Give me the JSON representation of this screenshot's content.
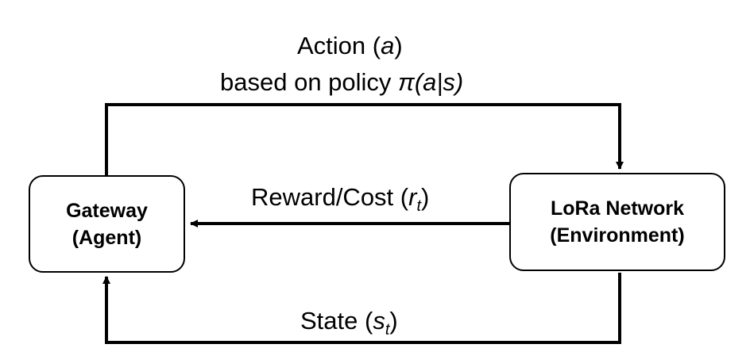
{
  "nodes": {
    "agent": {
      "line1": "Gateway",
      "line2": "(Agent)"
    },
    "environment": {
      "line1": "LoRa Network",
      "line2": "(Environment)"
    }
  },
  "edges": {
    "action": {
      "word": "Action",
      "symbol": "a",
      "line2_prefix": "based on policy ",
      "policy": "π(a|s)"
    },
    "reward": {
      "prefix": "Reward/Cost (",
      "symbol": "r",
      "subscript": "t",
      "suffix": ")"
    },
    "state": {
      "prefix": "State (",
      "symbol": "s",
      "subscript": "t",
      "suffix": ")"
    }
  },
  "colors": {
    "line": "#000000",
    "box_border": "#000000",
    "background": "#ffffff"
  }
}
